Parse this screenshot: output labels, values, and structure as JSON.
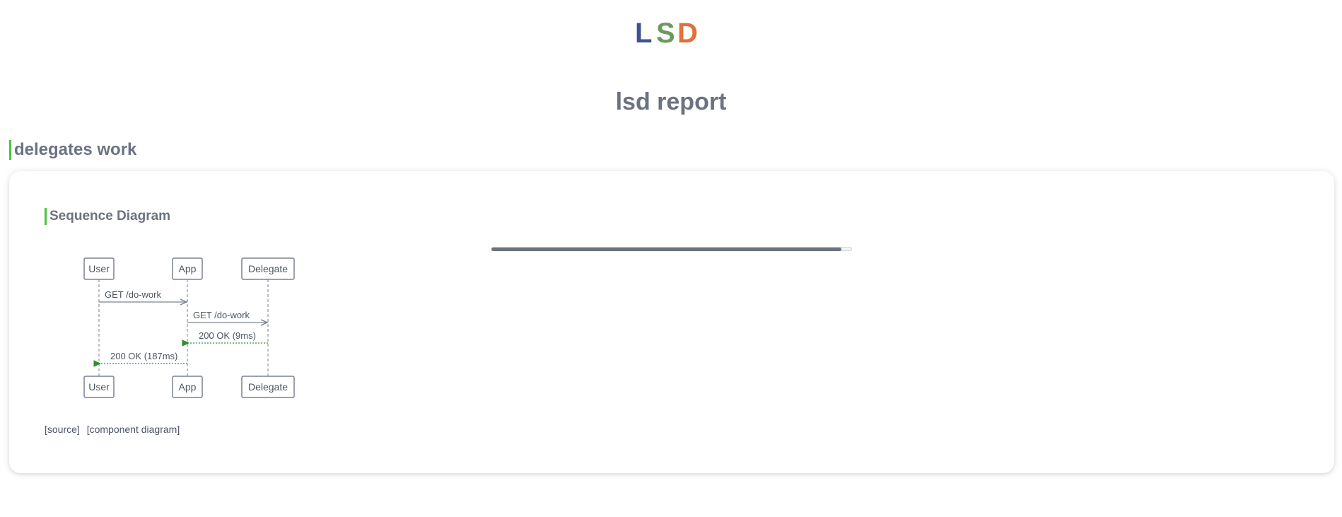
{
  "logo": {
    "text": "LSD",
    "letters": [
      "L",
      "S",
      "D"
    ],
    "colors": [
      "#3f5291",
      "#6a9a5f",
      "#e2703a"
    ]
  },
  "report": {
    "title": "lsd report"
  },
  "section": {
    "title": "delegates work"
  },
  "card": {
    "title": "Sequence Diagram",
    "progress": {
      "value": 0.97,
      "color": "#6b7280"
    },
    "links": {
      "source": "[source]",
      "component": "[component diagram]"
    }
  },
  "sequence": {
    "participants": [
      "User",
      "App",
      "Delegate"
    ],
    "messages": [
      {
        "from": 0,
        "to": 1,
        "label": "GET /do-work",
        "kind": "request"
      },
      {
        "from": 1,
        "to": 2,
        "label": "GET /do-work",
        "kind": "request"
      },
      {
        "from": 2,
        "to": 1,
        "label": "200 OK (9ms)",
        "kind": "response"
      },
      {
        "from": 1,
        "to": 0,
        "label": "200 OK (187ms)",
        "kind": "response"
      }
    ],
    "colors": {
      "request": "#7b8290",
      "response": "#2f8f2f",
      "box": "#7b8290",
      "text": "#4b5563"
    }
  }
}
